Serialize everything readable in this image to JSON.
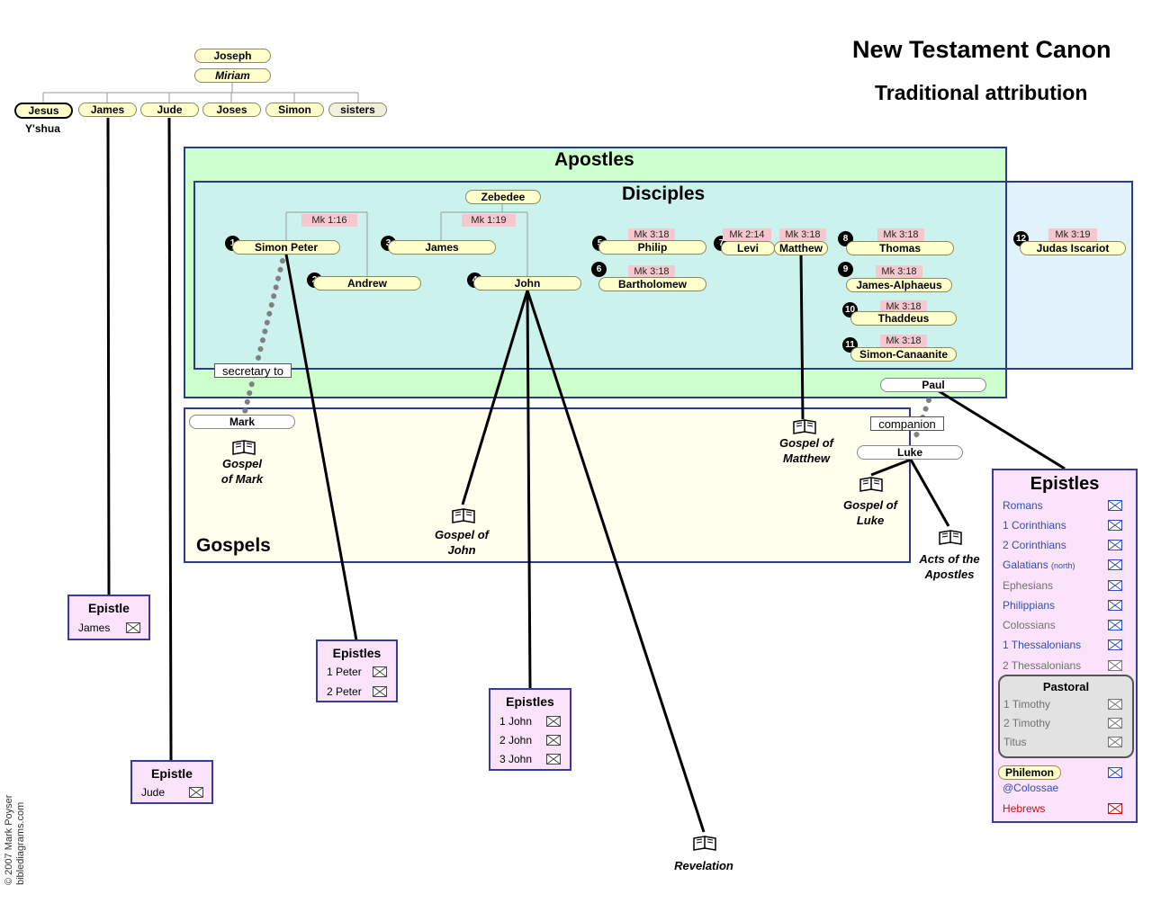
{
  "title": "New Testament Canon",
  "subtitle": "Traditional attribution",
  "family": {
    "father": "Joseph",
    "mother": "Miriam",
    "siblings": [
      "Jesus",
      "James",
      "Jude",
      "Joses",
      "Simon",
      "sisters"
    ],
    "jesus_alt": "Y'shua"
  },
  "regions": {
    "apostles": "Apostles",
    "disciples": "Disciples",
    "gospels": "Gospels"
  },
  "people": {
    "zebedee": "Zebedee",
    "paul": "Paul",
    "mark": "Mark",
    "luke": "Luke"
  },
  "disciples": [
    {
      "num": "1",
      "name": "Simon Peter",
      "ref": "Mk 1:16"
    },
    {
      "num": "2",
      "name": "Andrew",
      "ref": ""
    },
    {
      "num": "3",
      "name": "James",
      "ref": "Mk 1:19"
    },
    {
      "num": "4",
      "name": "John",
      "ref": ""
    },
    {
      "num": "5",
      "name": "Philip",
      "ref": "Mk 3:18"
    },
    {
      "num": "6",
      "name": "Bartholomew",
      "ref": "Mk 3:18"
    },
    {
      "num": "7",
      "name": "Levi",
      "ref": "Mk 2:14"
    },
    {
      "num": "",
      "name": "Matthew",
      "ref": "Mk 3:18"
    },
    {
      "num": "8",
      "name": "Thomas",
      "ref": "Mk 3:18"
    },
    {
      "num": "9",
      "name": "James-Alphaeus",
      "ref": "Mk 3:18"
    },
    {
      "num": "10",
      "name": "Thaddeus",
      "ref": "Mk 3:18"
    },
    {
      "num": "11",
      "name": "Simon-Canaanite",
      "ref": "Mk 3:18"
    },
    {
      "num": "12",
      "name": "Judas Iscariot",
      "ref": "Mk 3:19"
    }
  ],
  "notes": {
    "secretary": "secretary to",
    "companion": "companion"
  },
  "books": {
    "mark_l1": "Gospel",
    "mark_l2": "of Mark",
    "matthew_l1": "Gospel of",
    "matthew_l2": "Matthew",
    "john_l1": "Gospel of",
    "john_l2": "John",
    "luke_l1": "Gospel of",
    "luke_l2": "Luke",
    "acts_l1": "Acts of the",
    "acts_l2": "Apostles",
    "revelation": "Revelation"
  },
  "epistle_boxes": {
    "james": {
      "title": "Epistle",
      "items": [
        "James"
      ]
    },
    "jude": {
      "title": "Epistle",
      "items": [
        "Jude"
      ]
    },
    "peter": {
      "title": "Epistles",
      "items": [
        "1 Peter",
        "2 Peter"
      ]
    },
    "john": {
      "title": "Epistles",
      "items": [
        "1 John",
        "2 John",
        "3 John"
      ]
    }
  },
  "paul_epistles": {
    "title": "Epistles",
    "items": [
      "Romans",
      "1 Corinthians",
      "2  Corinthians",
      "Galatians",
      "Ephesians",
      "Philippians",
      "Colossians",
      "1 Thessalonians",
      "2 Thessalonians"
    ],
    "galatians_note": "(north)",
    "pastoral_title": "Pastoral",
    "pastoral_items": [
      "1 Timothy",
      "2 Timothy",
      "Titus"
    ],
    "philemon": "Philemon",
    "philemon_note": "@Colossae",
    "hebrews": "Hebrews"
  },
  "credit": {
    "line1": "© 2007 Mark Poyser",
    "line2": "biblediagrams.com"
  },
  "colors": {
    "apostles_bg": "#ccffcc",
    "disciples_bg": "#ccf2ee",
    "disciples_ext_bg": "#e2f2fa",
    "gospels_bg": "#ffffee",
    "epistle_bg": "#fbe3fb",
    "border": "#2b3a8c",
    "pill": "#ffffcc",
    "ref": "#f7c7cf"
  }
}
